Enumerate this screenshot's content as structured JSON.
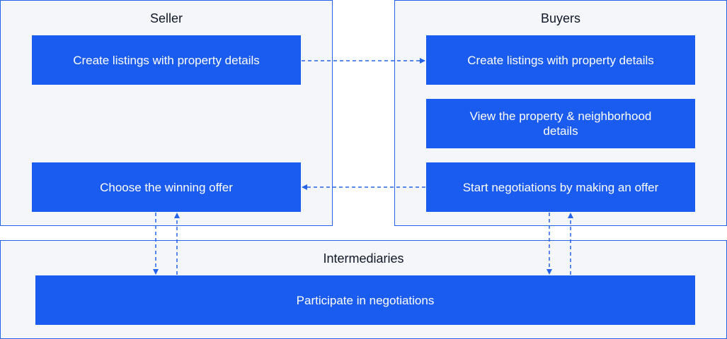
{
  "lanes": {
    "seller": {
      "title": "Seller"
    },
    "buyers": {
      "title": "Buyers"
    },
    "intermediaries": {
      "title": "Intermediaries"
    }
  },
  "boxes": {
    "seller_create": "Create listings with property details",
    "seller_choose": "Choose the winning offer",
    "buyers_create": "Create listings with property details",
    "buyers_view": "View the property & neighborhood details",
    "buyers_negotiate": "Start negotiations by making an offer",
    "intermediaries_participate": "Participate in negotiations"
  },
  "colors": {
    "box_fill": "#1a5cf0",
    "lane_border": "#2563eb",
    "lane_fill": "#f4f6fa",
    "connector": "#2563eb"
  }
}
